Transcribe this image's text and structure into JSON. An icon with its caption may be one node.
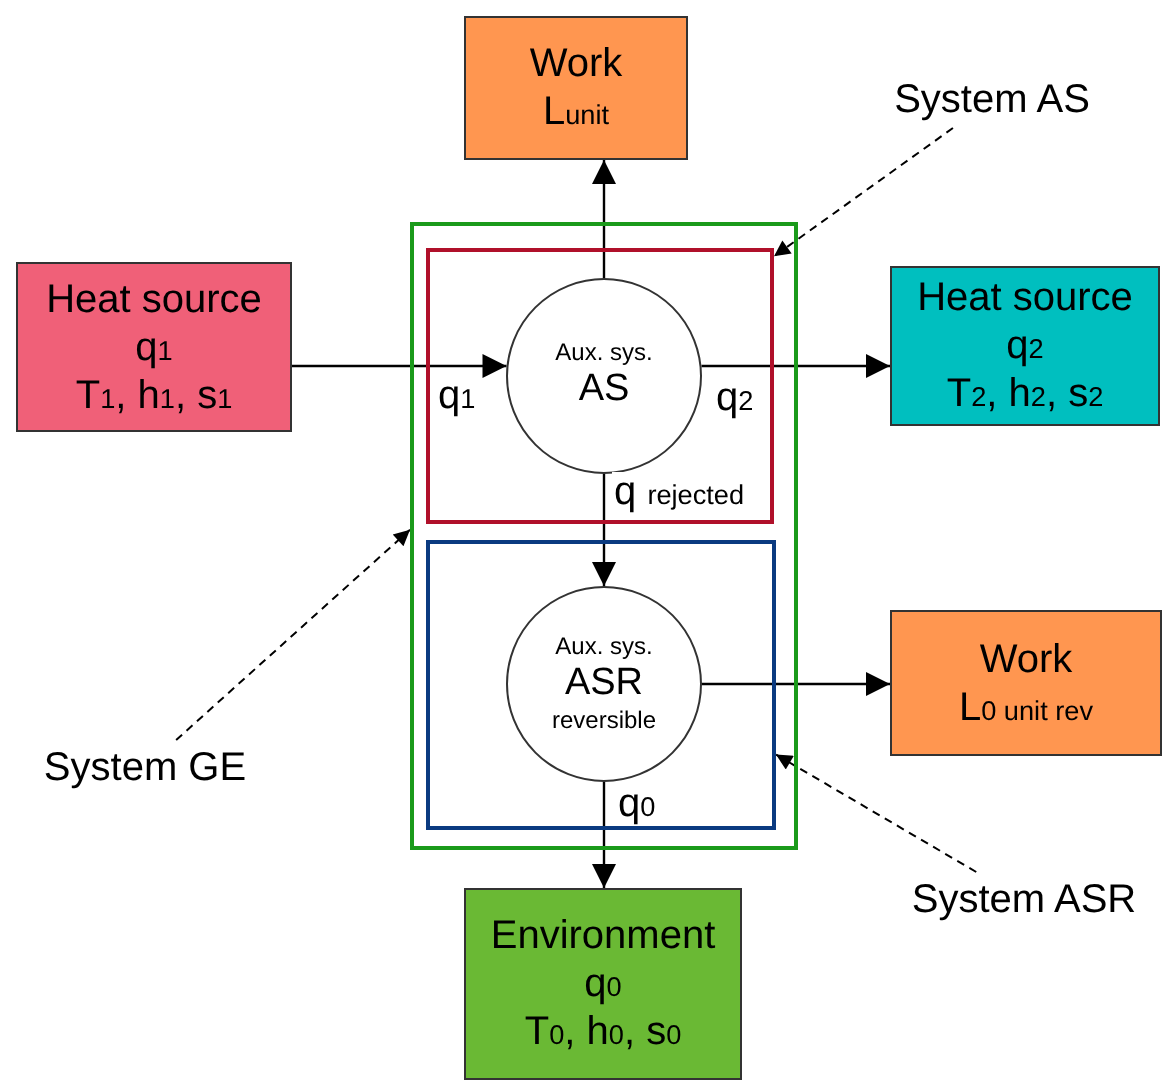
{
  "diagram": {
    "nodes": [
      {
        "text": [
          "Work",
          "L$_{unit}$"
        ]
      },
      {
        "text": [
          "System AS"
        ]
      },
      {
        "text": [
          "Heat source",
          "q$_{1}$",
          "T$_{1}$, h$_{1}$, s$_{1}$"
        ]
      },
      {
        "text": [],
        "shape": "box"
      },
      {
        "text": [],
        "shape": "box",
        "in": 3
      },
      {
        "text": [
          "Aux. sys.",
          "AS"
        ],
        "in": 4
      },
      {
        "text": [
          "Heat source",
          "q$_{2}$",
          "T$_{2}$, h$_{2}$, s$_{2}$"
        ]
      },
      {
        "text": [],
        "shape": "box",
        "in": 3
      },
      {
        "text": [
          "Aux. sys.",
          "ASR",
          "reversible"
        ],
        "in": 7
      },
      {
        "text": [
          "Work",
          "L$_{0 unit rev}$"
        ]
      },
      {
        "text": [
          "System GE"
        ]
      },
      {
        "text": [
          "System ASR"
        ]
      },
      {
        "text": [
          "Environment",
          "q$_{0}$",
          "T$_{0}$, h$_{0}$, s$_{0}$"
        ]
      }
    ],
    "edges": [
      {
        "from": 5,
        "to": 0,
        "arrow": "to"
      },
      {
        "from": 2,
        "to": 5,
        "arrow": "to",
        "label": "q$_{1}$"
      },
      {
        "from": 5,
        "to": 6,
        "arrow": "to",
        "label": "q$_{2}$"
      },
      {
        "from": 5,
        "to": 8,
        "arrow": "to",
        "label": "q $_{rejected}$"
      },
      {
        "from": 8,
        "to": 9,
        "arrow": "to"
      },
      {
        "from": 8,
        "to": 12,
        "arrow": "to",
        "label": "q$_{0}$"
      },
      {
        "from": 1,
        "to": 4,
        "arrow": "to",
        "style": "dashed"
      },
      {
        "from": 10,
        "to": 3,
        "arrow": "to",
        "style": "dashed"
      },
      {
        "from": 11,
        "to": 7,
        "arrow": "to",
        "style": "dashed"
      }
    ]
  }
}
